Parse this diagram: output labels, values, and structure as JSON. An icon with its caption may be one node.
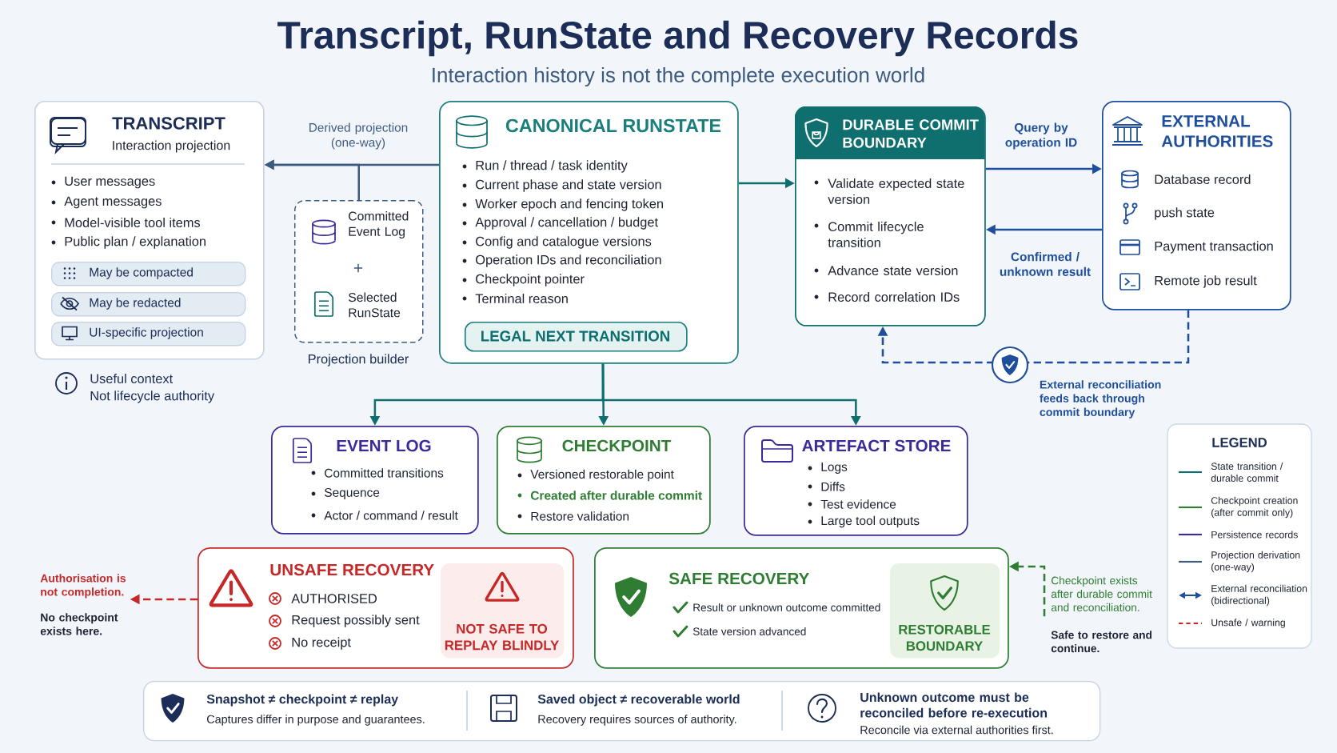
{
  "diagram": {
    "title": "Transcript, RunState and Recovery Records",
    "nodes": [
      {
        "text": [
          "TRANSCRIPT",
          "Interaction projection",
          "User messages",
          "Agent messages",
          "Model-visible tool items",
          "Public plan / explanation"
        ]
      },
      {
        "text": [
          "May be compacted"
        ],
        "in": 0
      },
      {
        "text": [
          "May be redacted"
        ],
        "in": 0
      },
      {
        "text": [
          "UI-specific projection"
        ],
        "in": 0
      },
      {
        "text": [
          "Committed Event Log",
          "+",
          "Selected RunState"
        ],
        "beside": [
          "Projection builder"
        ]
      },
      {
        "text": [
          "CANONICAL RUNSTATE",
          "Run / thread / task identity",
          "Current phase and state version",
          "Worker epoch and fencing token",
          "Approval / cancellation / budget",
          "Config and catalogue versions",
          "Operation IDs and reconciliation",
          "Checkpoint pointer",
          "Terminal reason"
        ]
      },
      {
        "text": [
          "LEGAL NEXT TRANSITION"
        ],
        "in": 5
      },
      {
        "text": [
          "DURABLE COMMIT BOUNDARY",
          "Validate expected state version",
          "Commit lifecycle transition",
          "Advance state version",
          "Record correlation IDs"
        ]
      },
      {
        "text": [
          "EXTERNAL AUTHORITIES",
          "Database record",
          "push state",
          "Payment transaction",
          "Remote job result"
        ]
      },
      {
        "text": [
          "EVENT LOG",
          "Committed transitions",
          "Sequence",
          "Actor / command / result"
        ]
      },
      {
        "text": [
          "CHECKPOINT",
          "Versioned restorable point",
          "Created after durable commit",
          "Restore validation"
        ]
      },
      {
        "text": [
          "ARTEFACT STORE",
          "Logs",
          "Diffs",
          "Test evidence",
          "Large tool outputs"
        ]
      },
      {
        "text": [
          "UNSAFE RECOVERY",
          "AUTHORISED",
          "Request possibly sent",
          "No receipt"
        ]
      },
      {
        "text": [
          "NOT SAFE TO REPLAY BLINDLY"
        ],
        "in": 12
      },
      {
        "text": [
          "Authorisation is not completion.",
          "No checkpoint exists here."
        ]
      },
      {
        "text": [
          "SAFE RECOVERY",
          "Result or unknown outcome committed",
          "State version advanced"
        ]
      },
      {
        "text": [
          "RESTORABLE BOUNDARY"
        ],
        "in": 15
      },
      {
        "text": [
          "Checkpoint exists after durable commit and reconciliation.",
          "Safe to restore and continue."
        ]
      },
      {
        "text": [
          "Snapshot ≠ checkpoint ≠ replay",
          "Captures differ in purpose and guarantees.",
          "Saved object ≠ recoverable world",
          "Recovery requires sources of authority.",
          "Unknown outcome must be reconciled before re-execution",
          "Reconcile via external authorities first."
        ]
      }
    ],
    "edges": [
      {
        "from": 5,
        "to": 0,
        "arrow": "to",
        "label": "Derived projection (one-way)",
        "color": "#3d5a80"
      },
      {
        "from": 4,
        "to": 0,
        "arrow": "to",
        "color": "#3d5a80"
      },
      {
        "from": 5,
        "to": 7,
        "arrow": "to",
        "color": "#0f6e6e"
      },
      {
        "from": 7,
        "to": 8,
        "arrow": "to",
        "label": "Query by operation ID",
        "color": "#1f4f9c"
      },
      {
        "from": 8,
        "to": 7,
        "arrow": "to",
        "label": "Confirmed / unknown result",
        "color": "#1f4f9c"
      },
      {
        "from": 8,
        "to": 7,
        "arrow": "to",
        "style": "dashed",
        "label": "External reconciliation feeds back through commit boundary",
        "color": "#1f4f9c"
      },
      {
        "from": 5,
        "to": 9,
        "arrow": "to",
        "color": "#0f6e6e"
      },
      {
        "from": 5,
        "to": 10,
        "arrow": "to",
        "color": "#0f6e6e"
      },
      {
        "from": 5,
        "to": 11,
        "arrow": "to",
        "color": "#0f6e6e"
      },
      {
        "from": 12,
        "to": 14,
        "arrow": "to",
        "style": "dashed",
        "color": "#c62828"
      },
      {
        "from": 17,
        "to": 15,
        "arrow": "to",
        "style": "dashed",
        "color": "#2e7d32"
      }
    ],
    "labels": [
      "Interaction history is not the complete execution world",
      "Useful context",
      "Not lifecycle authority",
      "LEGEND"
    ],
    "legend": [
      {
        "text": "State transition / durable commit"
      },
      {
        "text": "Checkpoint creation (after commit only)"
      },
      {
        "text": "Persistence records"
      },
      {
        "text": "Projection derivation (one-way)"
      },
      {
        "text": "External reconciliation (bidirectional)"
      },
      {
        "text": "Unsafe / warning"
      }
    ]
  }
}
